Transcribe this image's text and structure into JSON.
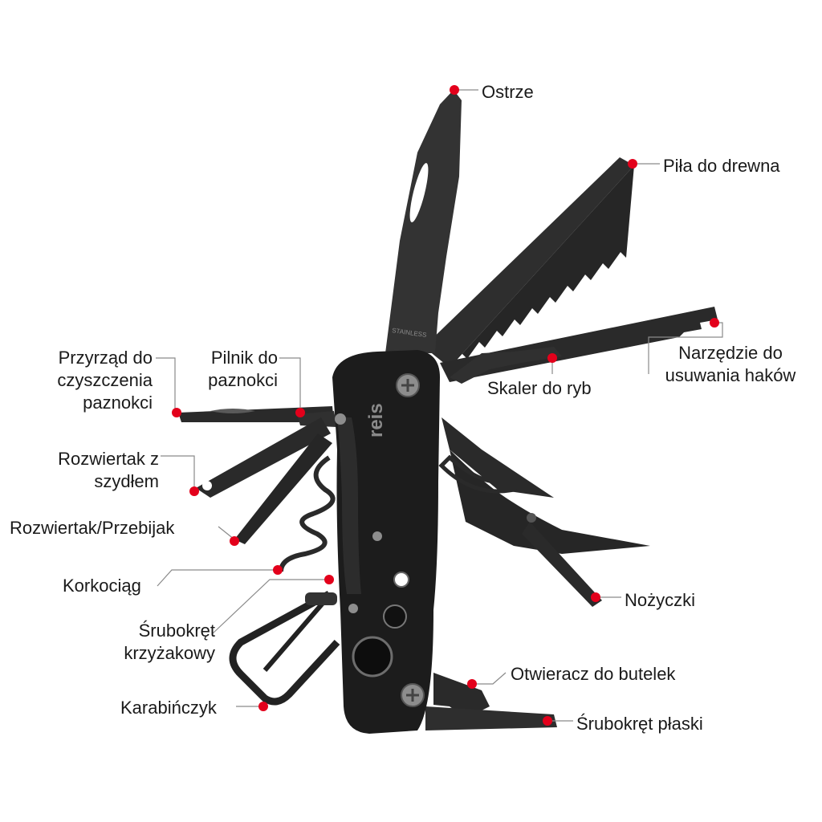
{
  "brand": {
    "logo": "reis",
    "blade_stamp": "STAINLESS"
  },
  "colors": {
    "dot": "#e3001b",
    "line": "#8a8a8a",
    "tool": "#2b2b2b",
    "handle": "#1c1c1c",
    "text": "#1a1a1a",
    "background": "#ffffff"
  },
  "labels": {
    "ostrze": "Ostrze",
    "pila": "Piła do drewna",
    "narzedzie": [
      "Narzędzie do",
      "usuwania haków"
    ],
    "skaler": "Skaler do ryb",
    "przyrzad": [
      "Przyrząd do",
      "czyszczenia",
      "paznokci"
    ],
    "pilnik": [
      "Pilnik do",
      "paznokci"
    ],
    "rozwiertak_szydlo": [
      "Rozwiertak z",
      "szydłem"
    ],
    "rozwiertak_przebijak": "Rozwiertak/Przebijak",
    "korkociag": "Korkociąg",
    "srubokret_krzyzakowy": [
      "Śrubokręt",
      "krzyżakowy"
    ],
    "karabinczyk": "Karabińczyk",
    "nozyczki": "Nożyczki",
    "otwieracz": "Otwieracz do butelek",
    "srubokret_plaski": "Śrubokręt płaski"
  }
}
